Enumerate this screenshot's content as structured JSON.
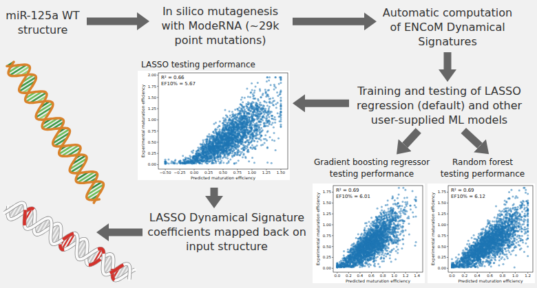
{
  "diagram": {
    "nodes": [
      {
        "text": [
          "miR-125a WT structure"
        ]
      },
      {
        "text": [
          "In silico mutagenesis with ModeRNA (~29k point mutations)"
        ]
      },
      {
        "text": [
          "Automatic computation of ENCoM Dynamical Signatures"
        ]
      },
      {
        "text": [
          "Training and testing of LASSO regression (default) and other user-supplied ML models"
        ]
      },
      {
        "text": [
          "LASSO testing performance",
          "R² = 0.66",
          "EF10% = 5.67",
          "Predicted maturation efficiency",
          "Experimental maturation efficiency"
        ]
      },
      {
        "text": [
          "Gradient boosting regressor testing performance",
          "R² = 0.69",
          "EF10% = 6.01",
          "Predicted maturation efficiency",
          "Experimental maturation efficiency"
        ]
      },
      {
        "text": [
          "Random forest testing performance",
          "R² = 0.69",
          "EF10% = 6.12",
          "Predicted maturation efficiency",
          "Experimental maturation efficiency"
        ]
      },
      {
        "text": [
          "LASSO Dynamical Signature coefficients mapped back on input structure"
        ]
      }
    ],
    "edges": [
      {
        "from": 0,
        "to": 1,
        "arrow": "to"
      },
      {
        "from": 1,
        "to": 2,
        "arrow": "to"
      },
      {
        "from": 2,
        "to": 3,
        "arrow": "to"
      },
      {
        "from": 3,
        "to": 4,
        "arrow": "to"
      },
      {
        "from": 3,
        "to": 5,
        "arrow": "to"
      },
      {
        "from": 3,
        "to": 6,
        "arrow": "to"
      },
      {
        "from": 4,
        "to": 7,
        "arrow": "to"
      }
    ],
    "labels": [
      "0.00",
      "0.25",
      "0.50",
      "0.75",
      "1.00",
      "1.25",
      "1.50",
      "1.75",
      "2.00",
      "−0.50",
      "−0.25",
      "0.00",
      "0.25",
      "0.50",
      "0.75",
      "1.00",
      "1.25",
      "1.50",
      "0.00",
      "0.25",
      "0.50",
      "0.75",
      "1.00",
      "1.25",
      "1.50",
      "1.75",
      "0.0",
      "0.2",
      "0.4",
      "0.6",
      "0.8",
      "1.0",
      "1.2",
      "1.4",
      "0.00",
      "0.25",
      "0.50",
      "0.75",
      "1.00",
      "1.25",
      "1.50",
      "1.75",
      "0.0",
      "0.2",
      "0.4",
      "0.6",
      "0.8",
      "1.0",
      "1.2"
    ]
  }
}
